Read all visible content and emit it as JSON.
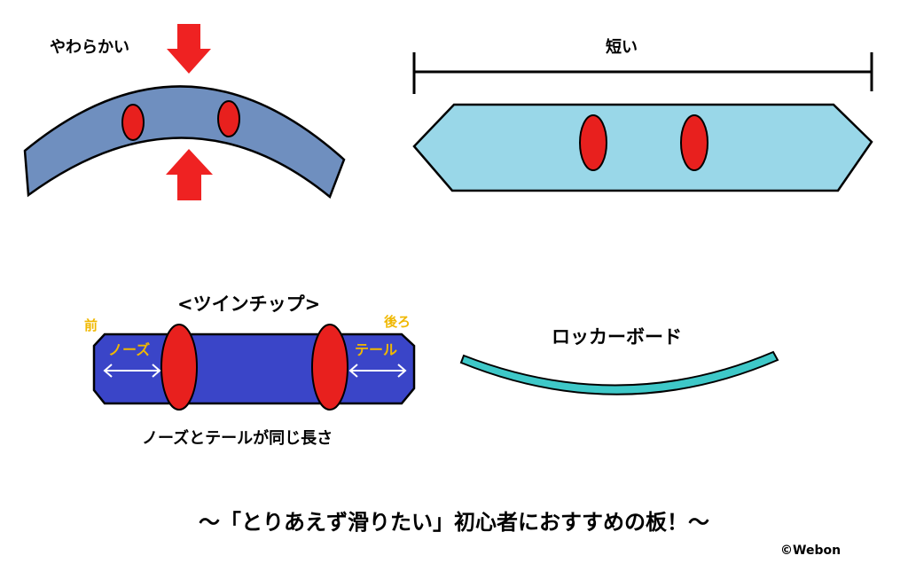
{
  "labels": {
    "soft": "やわらかい",
    "short": "短い",
    "twin_tip": "<ツインチップ>",
    "front": "前",
    "back": "後ろ",
    "nose": "ノーズ",
    "tail": "テール",
    "same_length": "ノーズとテールが同じ長さ",
    "rocker": "ロッカーボード",
    "headline": "〜「とりあえず滑りたい」初心者におすすめの板！〜",
    "copyright": "©Webon"
  },
  "colors": {
    "soft_board": "#6f8fbf",
    "short_board": "#99d7e8",
    "twin_board": "#3a45c8",
    "rocker_board": "#3ec8c8",
    "binding": "#e8201e",
    "arrow": "#ef2222",
    "yellow_text": "#f0b800",
    "white_text": "#ffffff",
    "black": "#000000"
  },
  "icons": {
    "press_arrow": "arrow-down-icon",
    "press_arrow_up": "arrow-up-icon",
    "double_arrow": "double-arrow-icon"
  }
}
